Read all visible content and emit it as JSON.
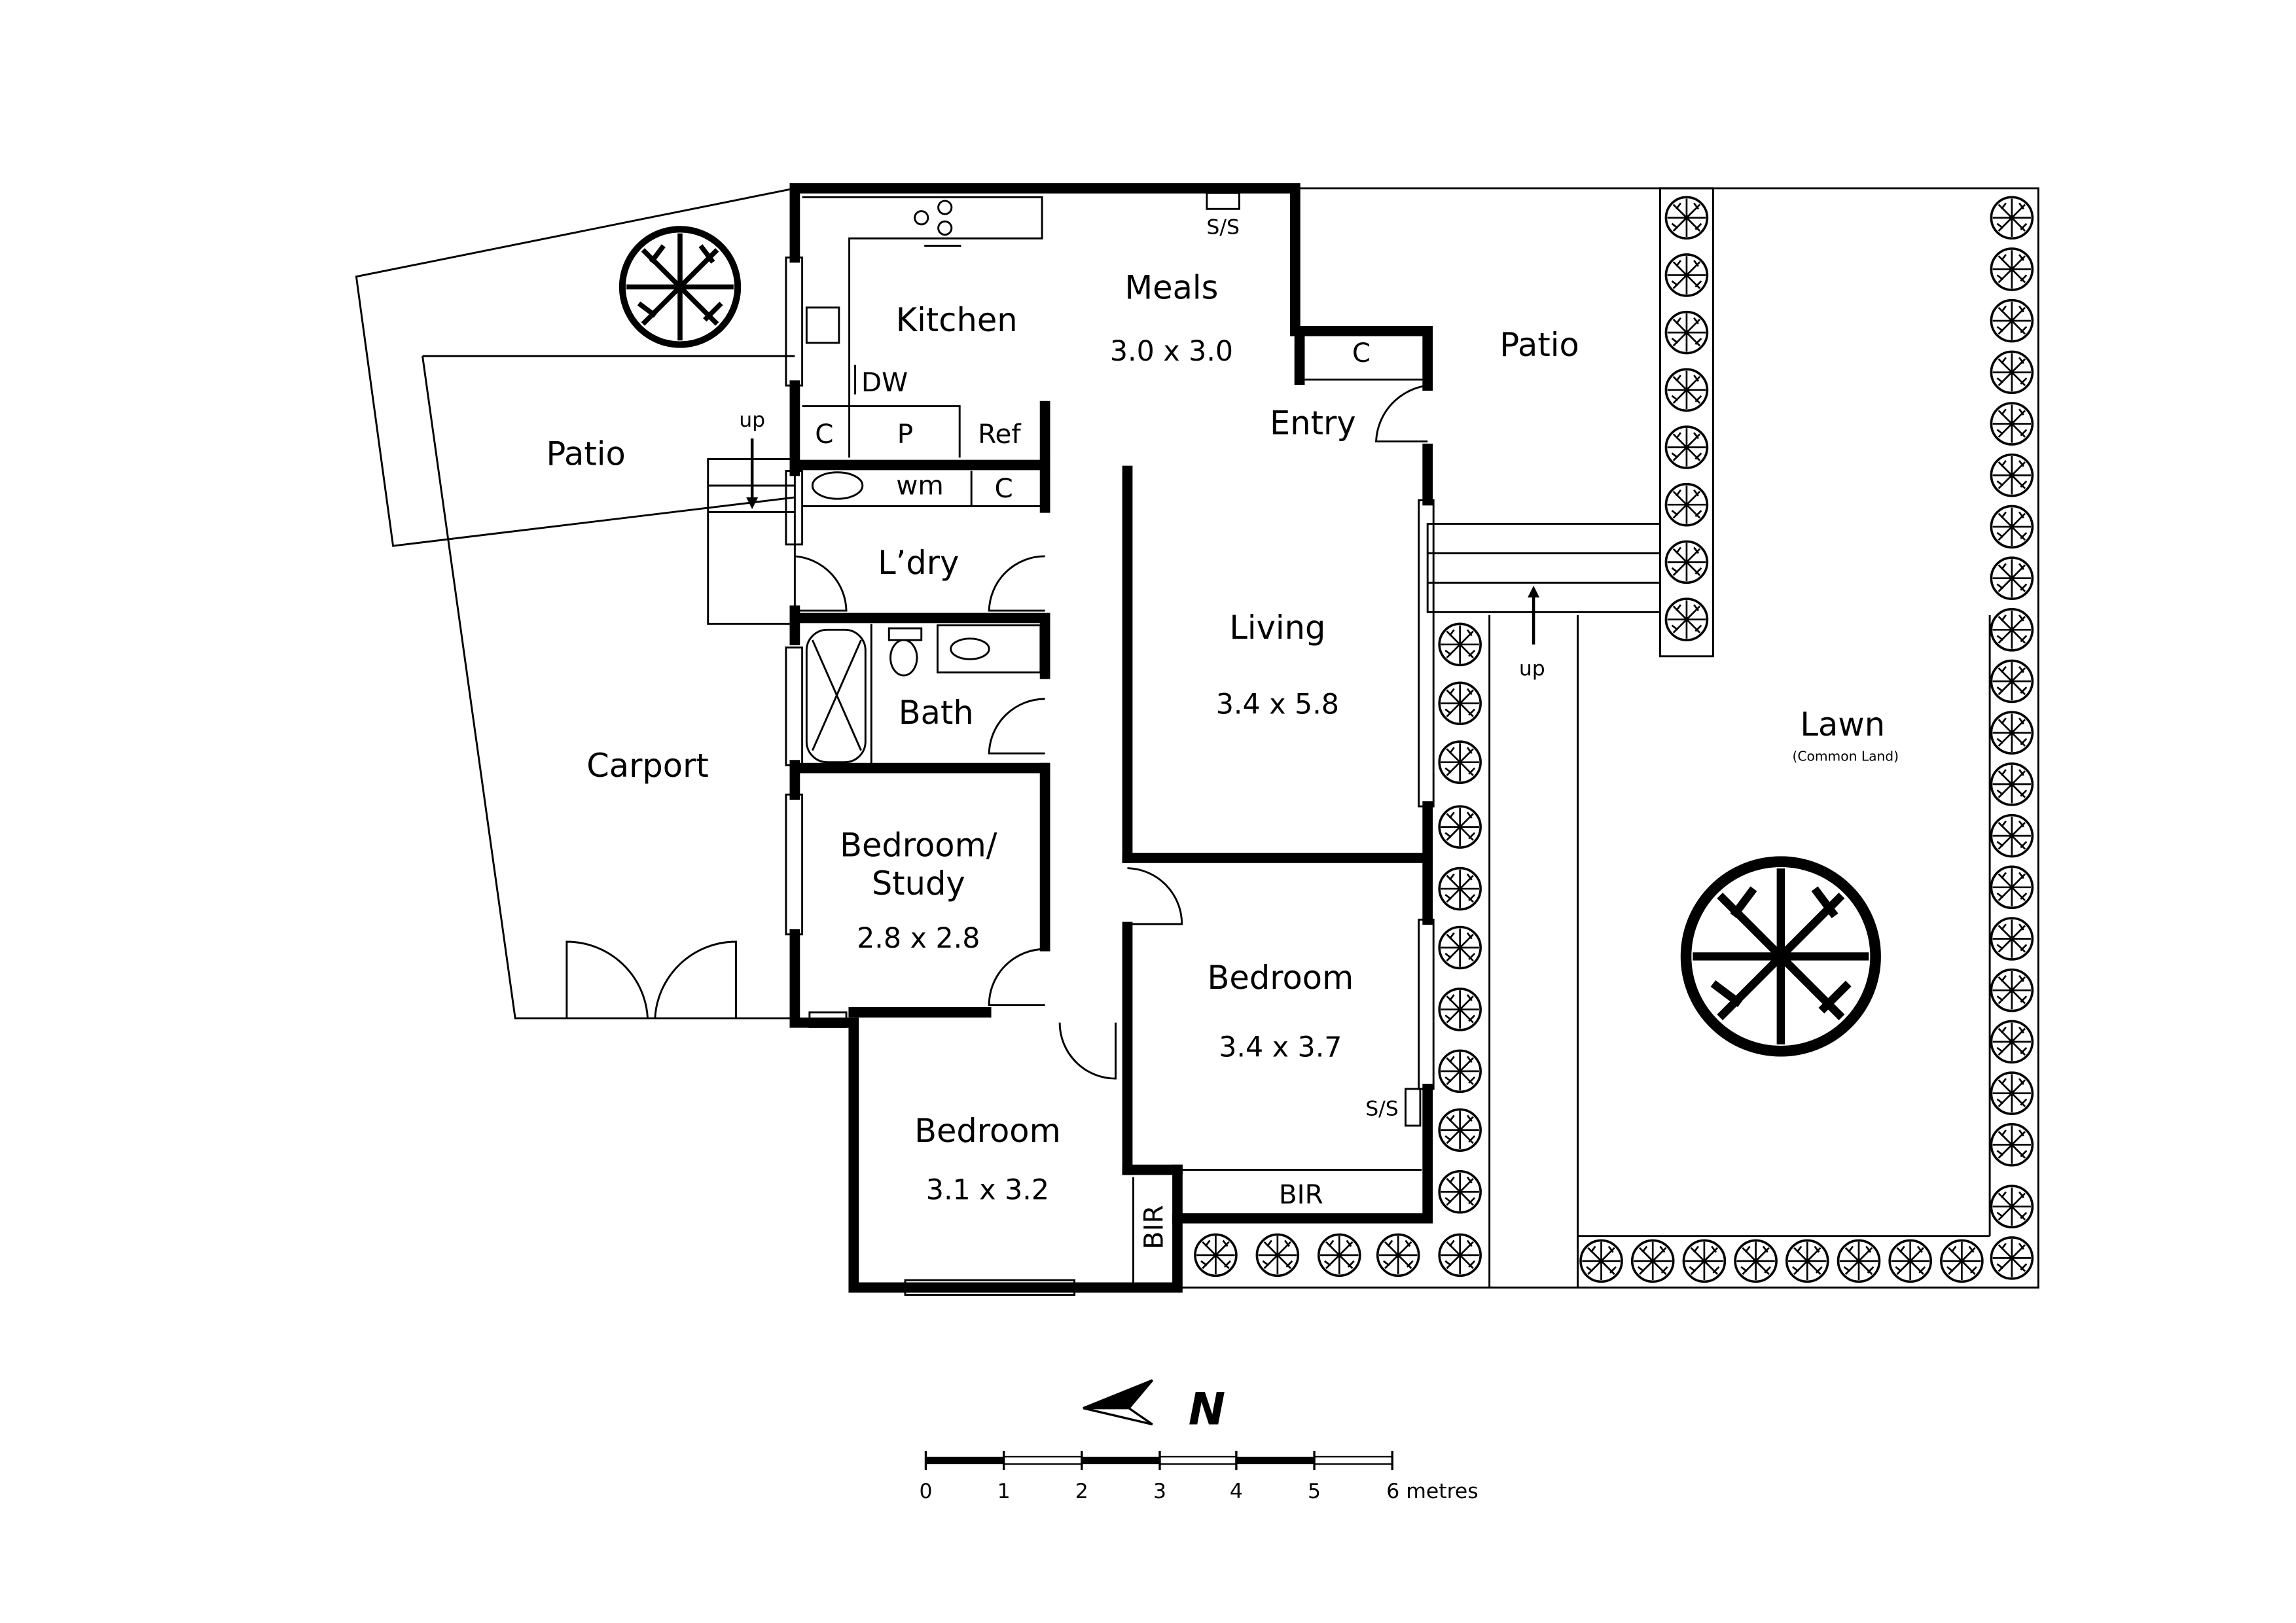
{
  "plan": {
    "rooms": {
      "kitchen": {
        "label": "Kitchen"
      },
      "meals": {
        "label": "Meals",
        "dims": "3.0 x 3.0"
      },
      "entry": {
        "label": "Entry"
      },
      "patio_east": {
        "label": "Patio"
      },
      "patio_west": {
        "label": "Patio"
      },
      "laundry": {
        "label": "L’dry"
      },
      "bath": {
        "label": "Bath"
      },
      "living": {
        "label": "Living",
        "dims": "3.4 x 5.8"
      },
      "carport": {
        "label": "Carport"
      },
      "bedroom_study": {
        "label_line1": "Bedroom/",
        "label_line2": "Study",
        "dims": "2.8 x 2.8"
      },
      "bedroom_2": {
        "label": "Bedroom",
        "dims": "3.4 x 3.7"
      },
      "bedroom_3": {
        "label": "Bedroom",
        "dims": "3.1 x 3.2"
      },
      "lawn": {
        "label": "Lawn",
        "note": "(Common Land)"
      }
    },
    "fixtures": {
      "dw": "DW",
      "cupboard_kitchen": "C",
      "pantry": "P",
      "ref": "Ref",
      "wm": "wm",
      "cupboard_laundry": "C",
      "cupboard_entry": "C",
      "ss_meals": "S/S",
      "ss_bedroom": "S/S",
      "bir_bedroom2": "BIR",
      "bir_bedroom3": "BIR"
    },
    "steps": {
      "west_up": "up",
      "east_up": "up"
    },
    "north": {
      "label": "N"
    },
    "scale_bar": {
      "ticks": [
        "0",
        "1",
        "2",
        "3",
        "4",
        "5",
        "6 metres"
      ],
      "unit": "metres"
    }
  }
}
